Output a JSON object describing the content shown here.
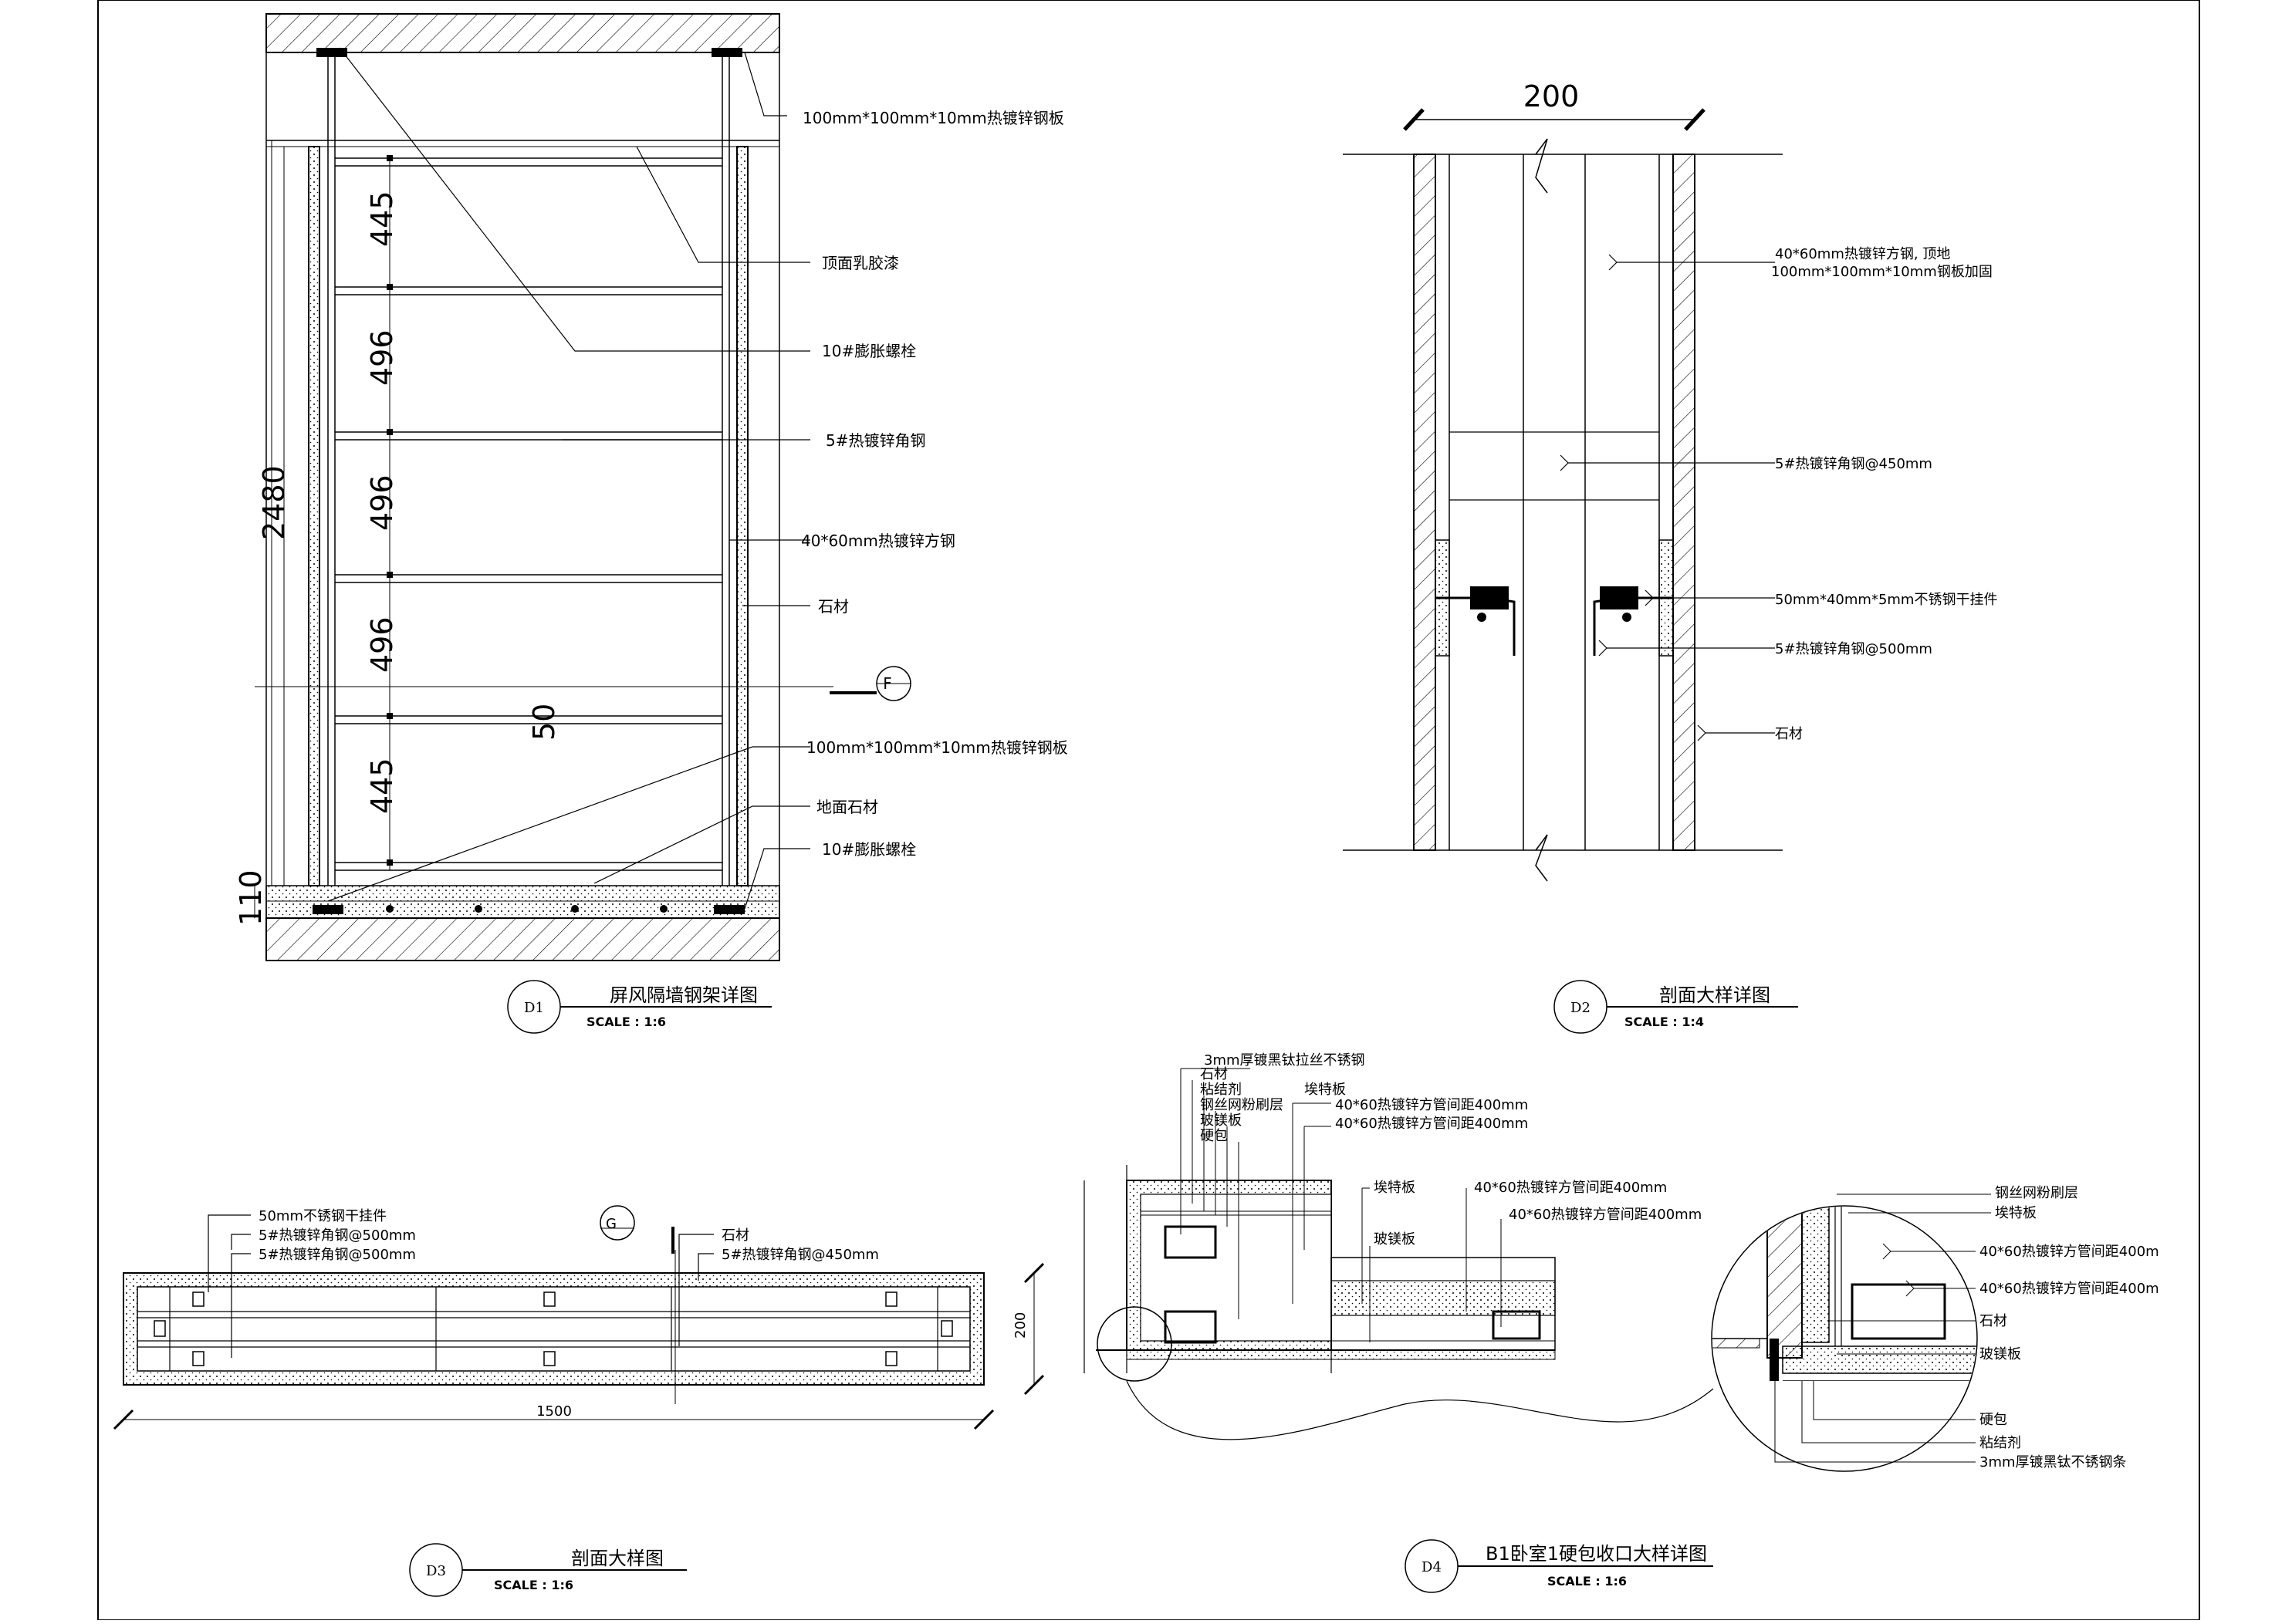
{
  "d1": {
    "circle_label": "D1",
    "title": "屏风隔墙钢架详图",
    "scale": "SCALE : 1:6",
    "dims": [
      "445",
      "496",
      "496",
      "496",
      "445",
      "2480",
      "50",
      "110"
    ],
    "section_marker": "F",
    "labels": {
      "l1": "100mm*100mm*10mm热镀锌钢板",
      "l2": "顶面乳胶漆",
      "l3": "10#膨胀螺栓",
      "l4": "5#热镀锌角钢",
      "l5": "40*60mm热镀锌方钢",
      "l6": "石材",
      "l7": "100mm*100mm*10mm热镀锌钢板",
      "l8": "地面石材",
      "l9": "10#膨胀螺栓"
    }
  },
  "d2": {
    "circle_label": "D2",
    "title": "剖面大样详图",
    "scale": "SCALE : 1:4",
    "dim_top": "200",
    "labels": {
      "l1a": "40*60mm热镀锌方钢, 顶地",
      "l1b": "100mm*100mm*10mm钢板加固",
      "l2": "5#热镀锌角钢@450mm",
      "l3": "50mm*40mm*5mm不锈钢干挂件",
      "l4": "5#热镀锌角钢@500mm",
      "l5": "石材"
    }
  },
  "d3": {
    "circle_label": "D3",
    "title": "剖面大样图",
    "scale": "SCALE : 1:6",
    "section_marker": "G",
    "dim_width": "1500",
    "dim_height": "200",
    "labels": {
      "l1": "50mm不锈钢干挂件",
      "l2": "5#热镀锌角钢@500mm",
      "l3": "5#热镀锌角钢@500mm",
      "l4": "石材",
      "l5": "5#热镀锌角钢@450mm"
    }
  },
  "d4": {
    "circle_label": "D4",
    "title": "B1卧室1硬包收口大样详图",
    "scale": "SCALE : 1:6",
    "left_labels": [
      "3mm厚镀黑钛拉丝不锈钢",
      "石材",
      "粘结剂",
      "钢丝网粉刷层",
      "玻镁板",
      "硬包"
    ],
    "mid_labels": [
      "埃特板",
      "40*60热镀锌方管间距400mm",
      "40*60热镀锌方管间距400mm"
    ],
    "mid2_labels": [
      "埃特板",
      "玻镁板",
      "40*60热镀锌方管间距400mm",
      "40*60热镀锌方管间距400mm"
    ],
    "right_labels": [
      "钢丝网粉刷层",
      "埃特板",
      "40*60热镀锌方管间距400m",
      "40*60热镀锌方管间距400m",
      "石材",
      "玻镁板",
      "硬包",
      "粘结剂",
      "3mm厚镀黑钛不锈钢条"
    ]
  }
}
